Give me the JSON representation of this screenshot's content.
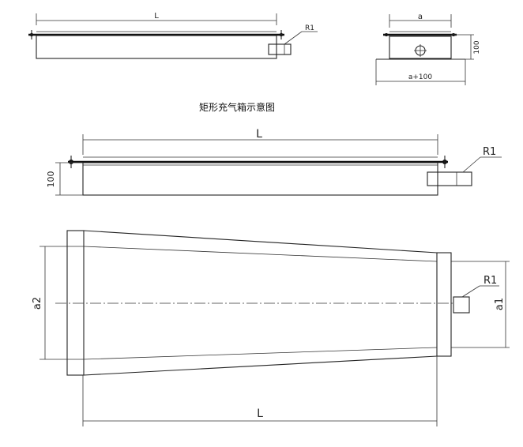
{
  "caption": "矩形充气箱示意图",
  "labels": {
    "length": "L",
    "radius": "R1",
    "width": "a",
    "height": "100",
    "width_plus": "a+100",
    "end_width_small": "a1",
    "end_width_large": "a2"
  }
}
